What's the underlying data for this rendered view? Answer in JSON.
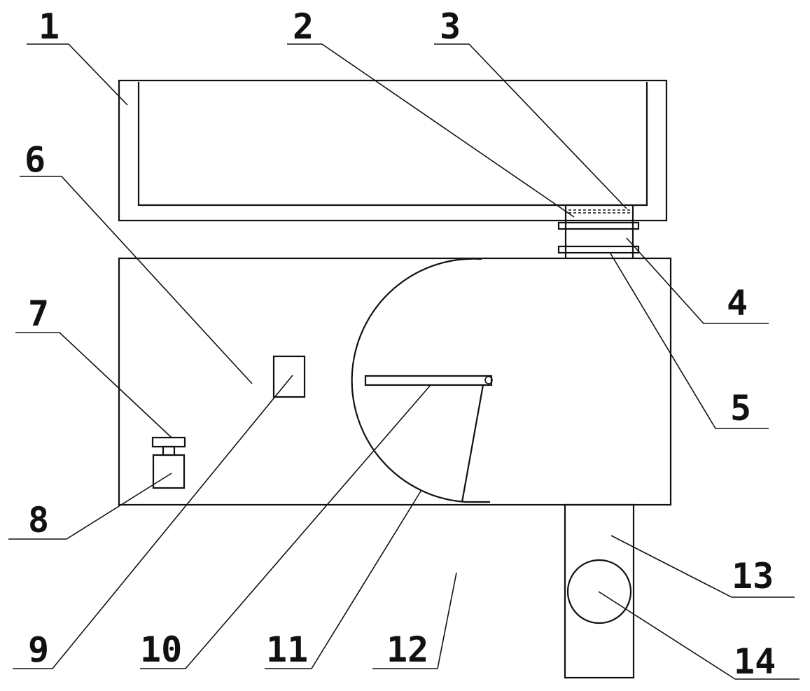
{
  "labels": {
    "l1": "1",
    "l2": "2",
    "l3": "3",
    "l4": "4",
    "l5": "5",
    "l6": "6",
    "l7": "7",
    "l8": "8",
    "l9": "9",
    "l10": "10",
    "l11": "11",
    "l12": "12",
    "l13": "13",
    "l14": "14"
  },
  "colors": {
    "line": "#111111",
    "background": "#ffffff"
  }
}
